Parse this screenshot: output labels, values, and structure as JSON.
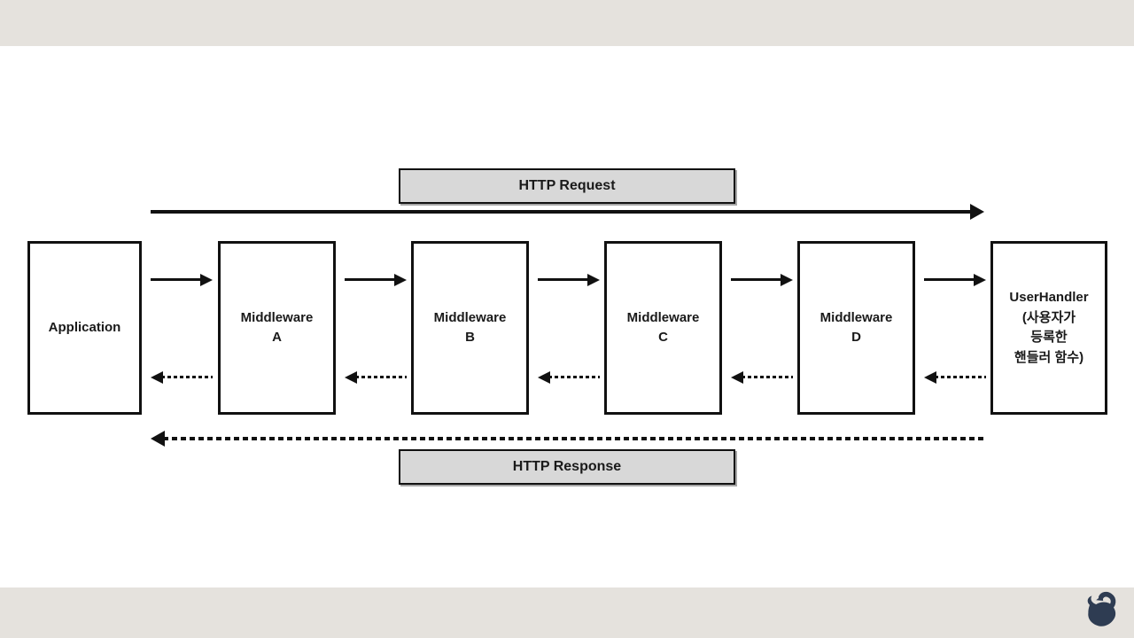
{
  "slide": {
    "background": "#ffffff",
    "band_color": "#e5e2dd",
    "line_color": "#111111",
    "label_box_bg": "#d8d8d8",
    "logo_color": "#2e3c52"
  },
  "diagram": {
    "request_label": "HTTP Request",
    "response_label": "HTTP Response",
    "nodes": [
      {
        "id": "application",
        "label": "Application"
      },
      {
        "id": "middleware-a",
        "label": "Middleware\nA"
      },
      {
        "id": "middleware-b",
        "label": "Middleware\nB"
      },
      {
        "id": "middleware-c",
        "label": "Middleware\nC"
      },
      {
        "id": "middleware-d",
        "label": "Middleware\nD"
      },
      {
        "id": "user-handler",
        "label": "UserHandler\n(사용자가\n등록한\n핸들러 함수)"
      }
    ]
  }
}
